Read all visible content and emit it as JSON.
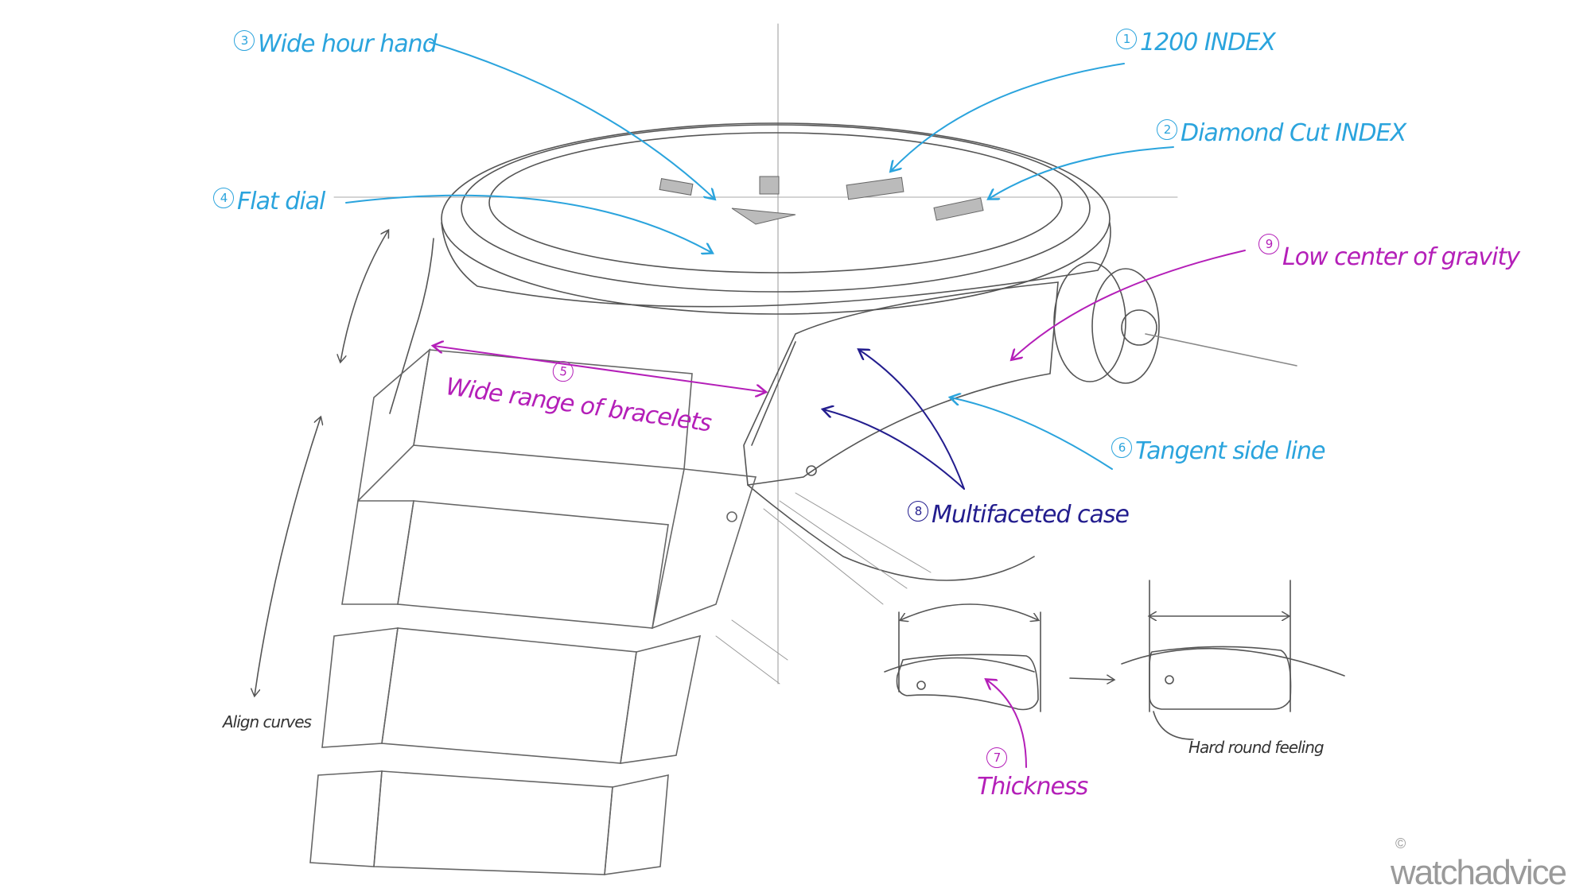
{
  "colors": {
    "feature": "#2ba4dd",
    "bracelet": "#b41fb8",
    "case": "#231d8e",
    "pencil": "#555555"
  },
  "annotations": [
    {
      "num": "1",
      "text": "1200 INDEX"
    },
    {
      "num": "2",
      "text": "Diamond Cut INDEX"
    },
    {
      "num": "3",
      "text": "Wide hour hand"
    },
    {
      "num": "4",
      "text": "Flat dial"
    },
    {
      "num": "5",
      "text": "Wide range of bracelets"
    },
    {
      "num": "6",
      "text": "Tangent side line"
    },
    {
      "num": "7",
      "text": "Thickness"
    },
    {
      "num": "8",
      "text": "Multifaceted case"
    },
    {
      "num": "9",
      "text": "Low center of gravity"
    }
  ],
  "notes": {
    "align": "Align curves",
    "hard_round": "Hard round feeling"
  },
  "watermark": {
    "copyright": "©",
    "brand": "watchadvice"
  }
}
